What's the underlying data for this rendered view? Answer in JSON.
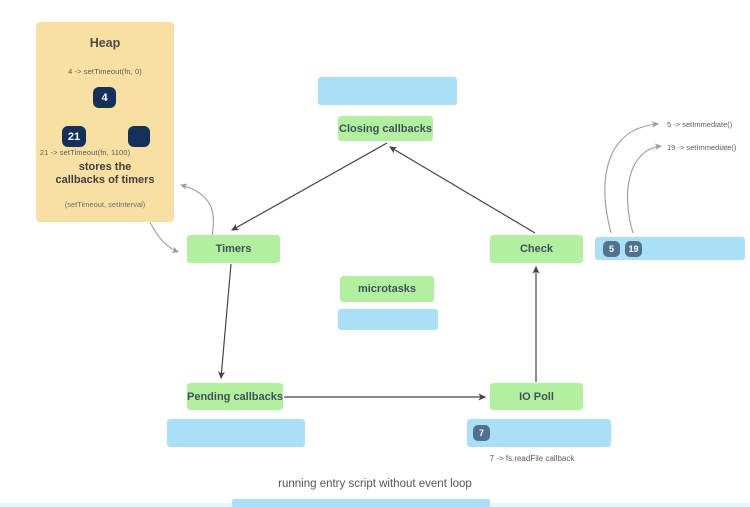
{
  "title": "node event loop phases diagram",
  "colors": {
    "phase_green": "#b2f0a0",
    "queue_blue": "#a9e0f8",
    "heap_tan": "#f8e0a3",
    "node_navy": "#16305c",
    "badge_slate": "#52718f",
    "arrow_dark": "#444444",
    "arrow_gray": "#9a9a9a",
    "tree_edge": "#c9a95f"
  },
  "heap": {
    "title": "Heap",
    "annotation_top": "4 -> setTimeout(fn, 0)",
    "annotation_bottom": "21 -> setTimeout(fn, 1100)",
    "root_value": "4",
    "left_value": "21",
    "right_value": "",
    "caption_line1": "stores the",
    "caption_line2": "callbacks of timers",
    "subcaption": "(setTimeout, setInterval)"
  },
  "phases": {
    "closing": {
      "label": "Closing callbacks"
    },
    "timers": {
      "label": "Timers"
    },
    "microtasks": {
      "label": "microtasks"
    },
    "pending": {
      "label": "Pending callbacks"
    },
    "io_poll": {
      "label": "IO Poll"
    },
    "check": {
      "label": "Check"
    }
  },
  "check_queue": {
    "items": [
      "5",
      "19"
    ]
  },
  "io_queue": {
    "items": [
      "7"
    ]
  },
  "annotations": {
    "set_immediate_5": "5 -> setImmediate()",
    "set_immediate_19": "19 -> setImmediate()",
    "read_file_7": "7 -> fs.readFile callback"
  },
  "caption": "running entry script without event loop"
}
